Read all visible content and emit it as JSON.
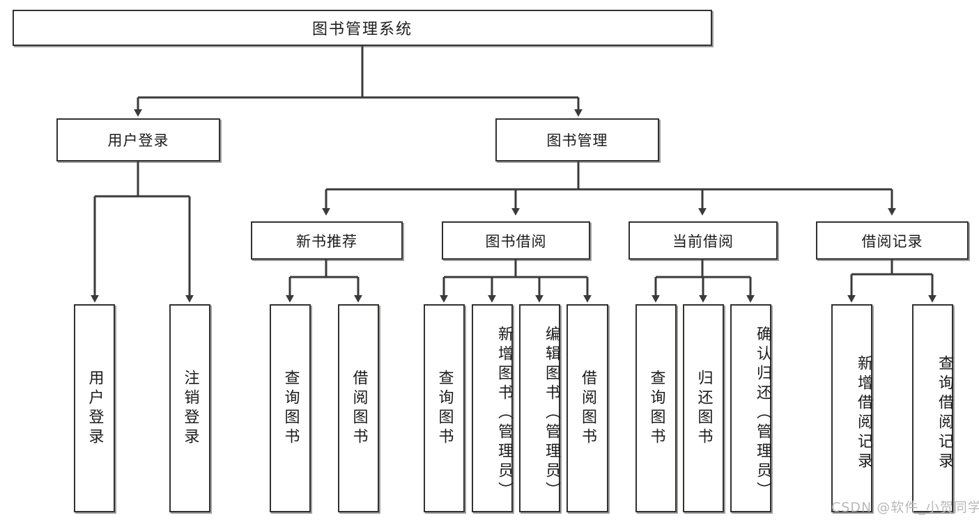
{
  "diagram": {
    "title": "图书管理系统",
    "type": "tree",
    "watermark": "CSDN @软件_小贺同学",
    "colors": {
      "box_border": "#33312f",
      "box_fill": "#ffffff",
      "connector": "#3a3a3a",
      "text": "#1b1b1b",
      "watermark": "#b9b9b9"
    },
    "nodes": {
      "root": {
        "label": "图书管理系统"
      },
      "level2": [
        {
          "id": "user-login",
          "label": "用户登录"
        },
        {
          "id": "book-manage",
          "label": "图书管理"
        }
      ],
      "level3": [
        {
          "id": "new-book-recommend",
          "label": "新书推荐"
        },
        {
          "id": "book-borrow",
          "label": "图书借阅"
        },
        {
          "id": "current-borrow",
          "label": "当前借阅"
        },
        {
          "id": "borrow-record",
          "label": "借阅记录"
        }
      ],
      "leaves": [
        {
          "id": "leaf-user-login",
          "label": "用户登录",
          "parent": "user-login"
        },
        {
          "id": "leaf-logout-login",
          "label": "注销登录",
          "parent": "user-login"
        },
        {
          "id": "leaf-query-book-1",
          "label": "查询图书",
          "parent": "new-book-recommend"
        },
        {
          "id": "leaf-borrow-book-1",
          "label": "借阅图书",
          "parent": "new-book-recommend"
        },
        {
          "id": "leaf-query-book-2",
          "label": "查询图书",
          "parent": "book-borrow"
        },
        {
          "id": "leaf-add-book",
          "label": "新增图书（管理员）",
          "parent": "book-borrow"
        },
        {
          "id": "leaf-edit-book",
          "label": "编辑图书（管理员）",
          "parent": "book-borrow"
        },
        {
          "id": "leaf-borrow-book-2",
          "label": "借阅图书",
          "parent": "book-borrow"
        },
        {
          "id": "leaf-query-book-3",
          "label": "查询图书",
          "parent": "current-borrow"
        },
        {
          "id": "leaf-return-book",
          "label": "归还图书",
          "parent": "current-borrow"
        },
        {
          "id": "leaf-confirm-return",
          "label": "确认归还（管理员）",
          "parent": "current-borrow"
        },
        {
          "id": "leaf-add-record",
          "label": "新增借阅记录",
          "parent": "borrow-record"
        },
        {
          "id": "leaf-query-record",
          "label": "查询借阅记录",
          "parent": "borrow-record"
        }
      ]
    }
  }
}
